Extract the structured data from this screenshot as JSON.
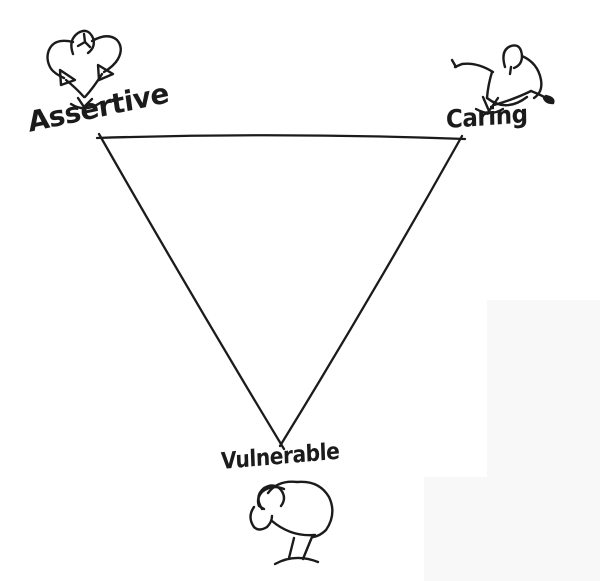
{
  "diagram": {
    "type": "inverted-triangle-sketch",
    "style": "hand-drawn-marker",
    "colors": {
      "ink": "#1b1b1b",
      "background": "#ffffff",
      "shade": "#f8f8f8"
    },
    "vertices": [
      {
        "label": "Assertive",
        "position": "top-left",
        "icon": "flexing-figure-icon",
        "figure_description": "person flexing with hands on hips"
      },
      {
        "label": "Caring",
        "position": "top-right",
        "icon": "reaching-figure-icon",
        "figure_description": "person leaning and reaching out"
      },
      {
        "label": "Vulnerable",
        "position": "bottom-center",
        "icon": "crouching-figure-icon",
        "figure_description": "person crouched covering head"
      }
    ]
  }
}
